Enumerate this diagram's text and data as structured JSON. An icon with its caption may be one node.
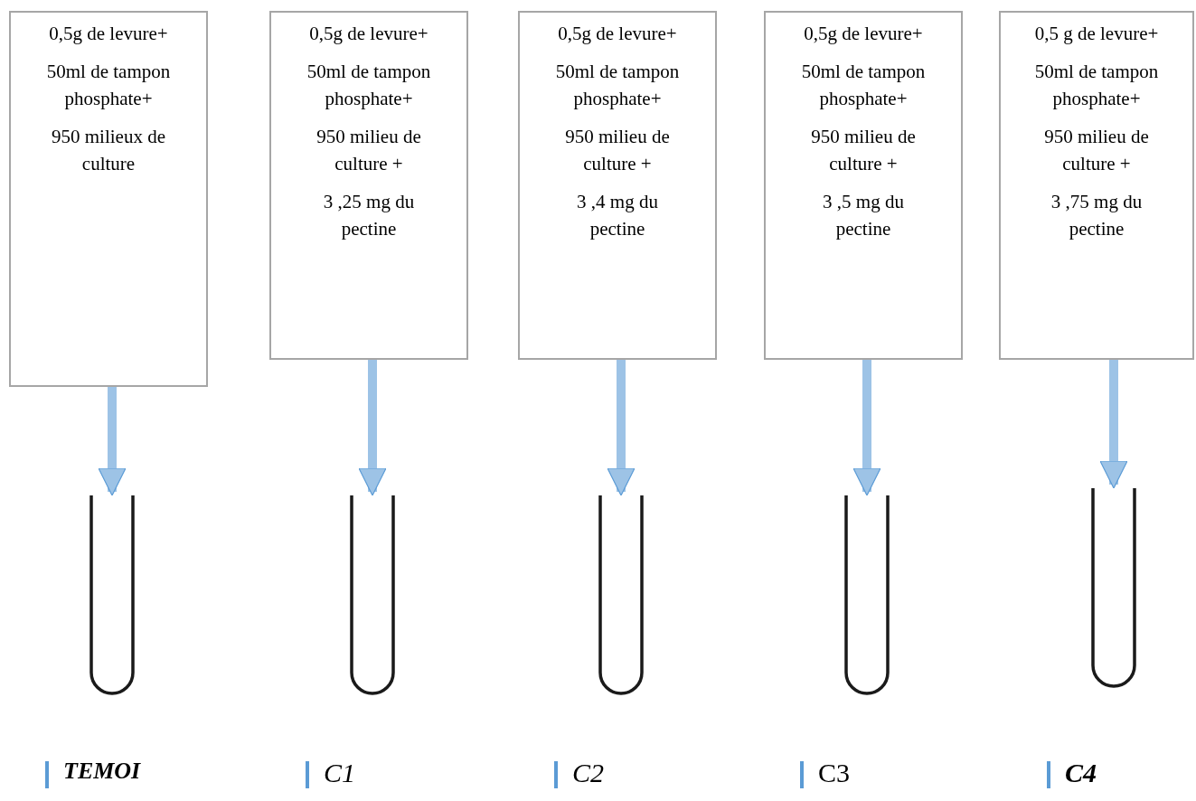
{
  "diagram": {
    "nodes": [
      {
        "text": [
          "0,5g de levure+",
          "50ml de tampon phosphate+",
          "950 milieux de culture"
        ]
      },
      {
        "text": [
          "0,5g de levure+",
          "50ml de tampon phosphate+",
          "950 milieu de culture +",
          "3 ,25 mg du pectine"
        ]
      },
      {
        "text": [
          "0,5g de levure+",
          "50ml de tampon phosphate+",
          "950 milieu de culture +",
          "3 ,4 mg du pectine"
        ]
      },
      {
        "text": [
          "0,5g de levure+",
          "50ml de tampon phosphate+",
          "950 milieu de culture +",
          "3 ,5 mg du pectine"
        ]
      },
      {
        "text": [
          "0,5 g de levure+",
          "50ml de tampon phosphate+",
          "950 milieu de culture +",
          "3 ,75 mg du pectine"
        ]
      },
      {
        "text": [],
        "shape": "tube",
        "beside": [
          "TEMOI"
        ]
      },
      {
        "text": [],
        "shape": "tube",
        "beside": [
          "C1"
        ]
      },
      {
        "text": [],
        "shape": "tube",
        "beside": [
          "C2"
        ]
      },
      {
        "text": [],
        "shape": "tube",
        "beside": [
          "C3"
        ]
      },
      {
        "text": [],
        "shape": "tube",
        "beside": [
          "C4"
        ]
      }
    ],
    "edges": [
      {
        "from": 0,
        "to": 5,
        "arrow": "to"
      },
      {
        "from": 1,
        "to": 6,
        "arrow": "to"
      },
      {
        "from": 2,
        "to": 7,
        "arrow": "to"
      },
      {
        "from": 3,
        "to": 8,
        "arrow": "to"
      },
      {
        "from": 4,
        "to": 9,
        "arrow": "to"
      }
    ]
  }
}
